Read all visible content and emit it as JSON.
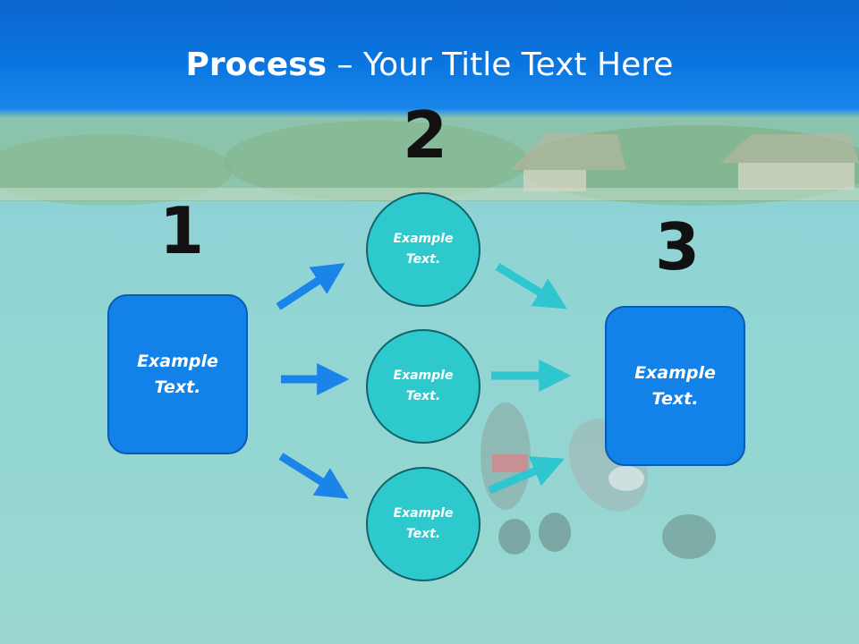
{
  "title": {
    "bold": "Process",
    "rest": " – Your Title Text Here"
  },
  "steps": [
    {
      "number": "1",
      "label": "Example Text."
    },
    {
      "number": "2",
      "labels": [
        "Example Text.",
        "Example Text.",
        "Example Text."
      ]
    },
    {
      "number": "3",
      "label": "Example Text."
    }
  ],
  "colors": {
    "box": "#1281e8",
    "circle": "#2ec9cc",
    "arrow_left": "#1a84e8",
    "arrow_right": "#2fc6cf",
    "header": "#0b6fd8"
  }
}
